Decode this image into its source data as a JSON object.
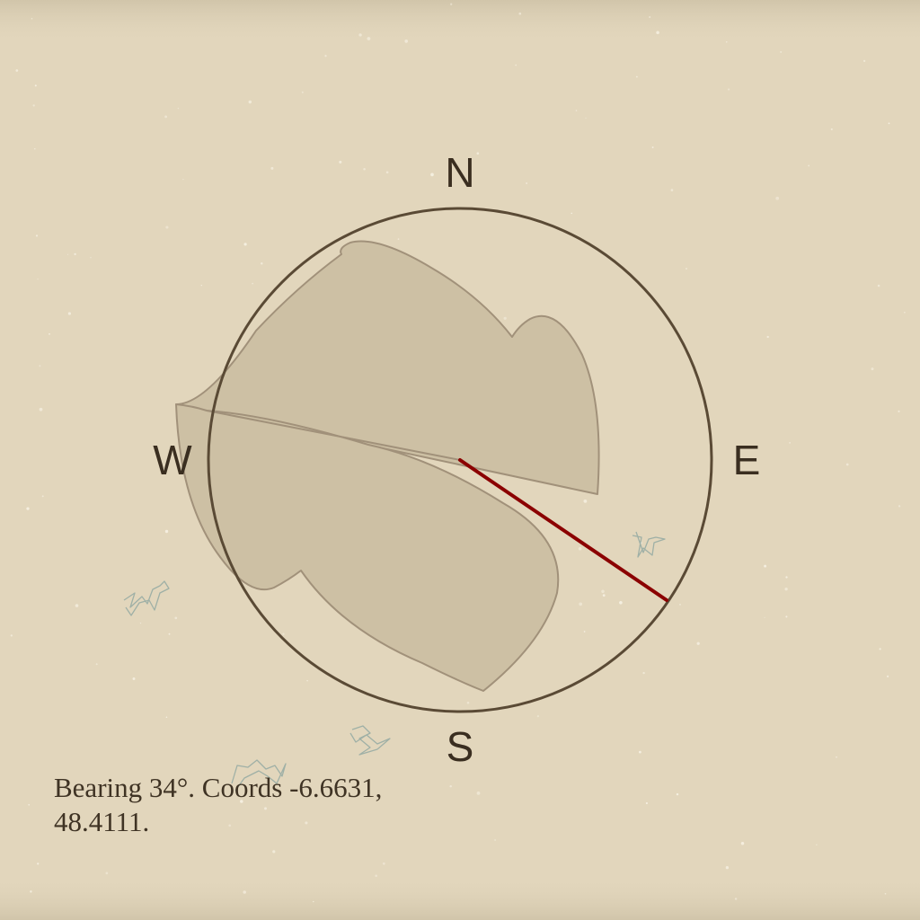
{
  "compass": {
    "north": "N",
    "east": "E",
    "south": "S",
    "west": "W",
    "bearing_deg": 34
  },
  "caption": "Bearing 34°. Coords -6.6631, 48.4111.",
  "colors": {
    "background": "#e2d6bc",
    "ring": "#5a4a35",
    "pointer": "#8b0000",
    "landmass": "#cdc0a4",
    "landmass_outline": "#a1917a",
    "scribbles": "#9fb0a6"
  },
  "icons": [
    "compass-ring",
    "bearing-pointer",
    "landmass",
    "vegetation-scribble"
  ]
}
